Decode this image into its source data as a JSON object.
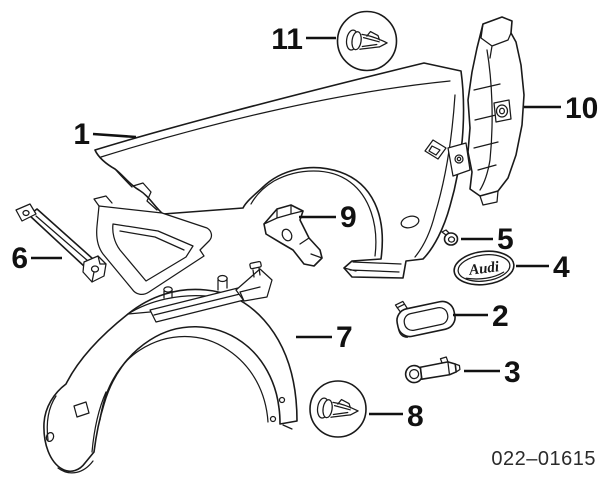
{
  "diagram": {
    "background_color": "#ffffff",
    "line_color": "#1a1a1a",
    "part_code": "022–01615",
    "badge_text": "Audi",
    "callouts": [
      {
        "num": "1"
      },
      {
        "num": "2"
      },
      {
        "num": "3"
      },
      {
        "num": "4"
      },
      {
        "num": "5"
      },
      {
        "num": "6"
      },
      {
        "num": "7"
      },
      {
        "num": "8"
      },
      {
        "num": "9"
      },
      {
        "num": "10"
      },
      {
        "num": "11"
      }
    ]
  }
}
